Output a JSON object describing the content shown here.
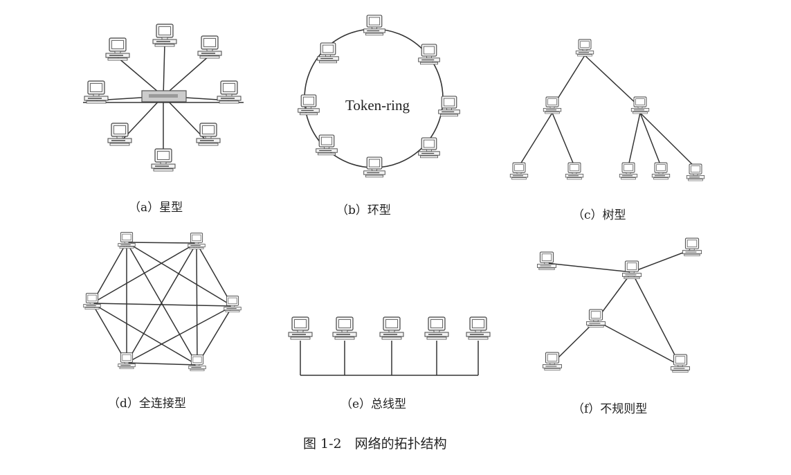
{
  "figure_caption": "图 1-2　网络的拓扑结构",
  "panels": [
    {
      "id": "a",
      "caption": "（a）星型"
    },
    {
      "id": "b",
      "caption": "（b）环型",
      "ring_label": "Token-ring"
    },
    {
      "id": "c",
      "caption": "（c）树型"
    },
    {
      "id": "d",
      "caption": "（d）全连接型"
    },
    {
      "id": "e",
      "caption": "（e）总线型"
    },
    {
      "id": "f",
      "caption": "（f）不规则型"
    }
  ],
  "icons": {
    "node": "computer-icon",
    "hub": "hub-icon"
  },
  "colors": {
    "line": "#333333",
    "icon_fill": "#f2f2f2",
    "icon_stroke": "#444444"
  }
}
